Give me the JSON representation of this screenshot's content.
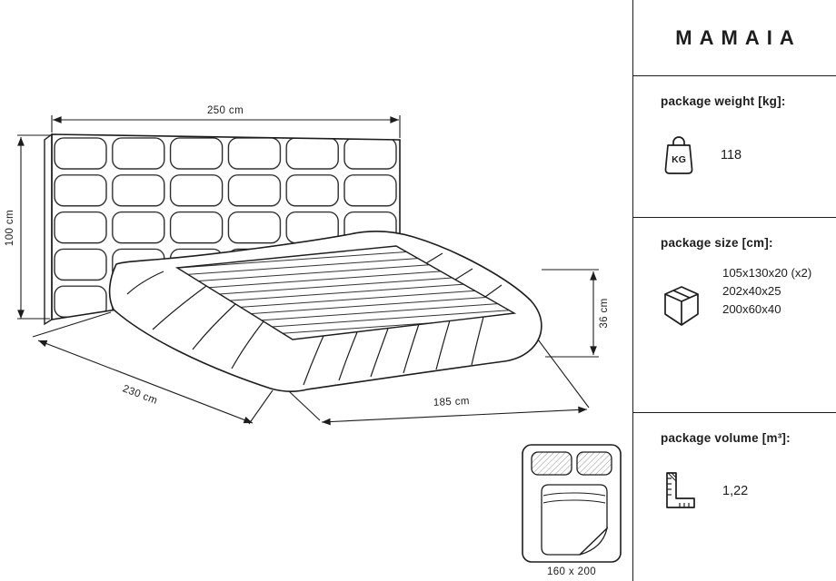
{
  "colors": {
    "line": "#1d1d1d",
    "background": "#ffffff"
  },
  "title": "MAMAIA",
  "diagram": {
    "dim_width_headboard": "250 cm",
    "dim_height_headboard": "100 cm",
    "dim_length": "230 cm",
    "dim_width_frame": "185 cm",
    "dim_height_frame": "36 cm",
    "mattress_label": "160 x 200"
  },
  "panel": {
    "weight": {
      "heading": "package weight [kg]:",
      "icon": "kg-weight-icon",
      "icon_label": "KG",
      "value": "118"
    },
    "size": {
      "heading": "package size [cm]:",
      "icon": "package-box-icon",
      "values": [
        "105x130x20 (x2)",
        "202x40x25",
        "200x60x40"
      ]
    },
    "volume": {
      "heading": "package volume [m³]:",
      "icon": "ruler-icon",
      "value": "1,22"
    }
  }
}
